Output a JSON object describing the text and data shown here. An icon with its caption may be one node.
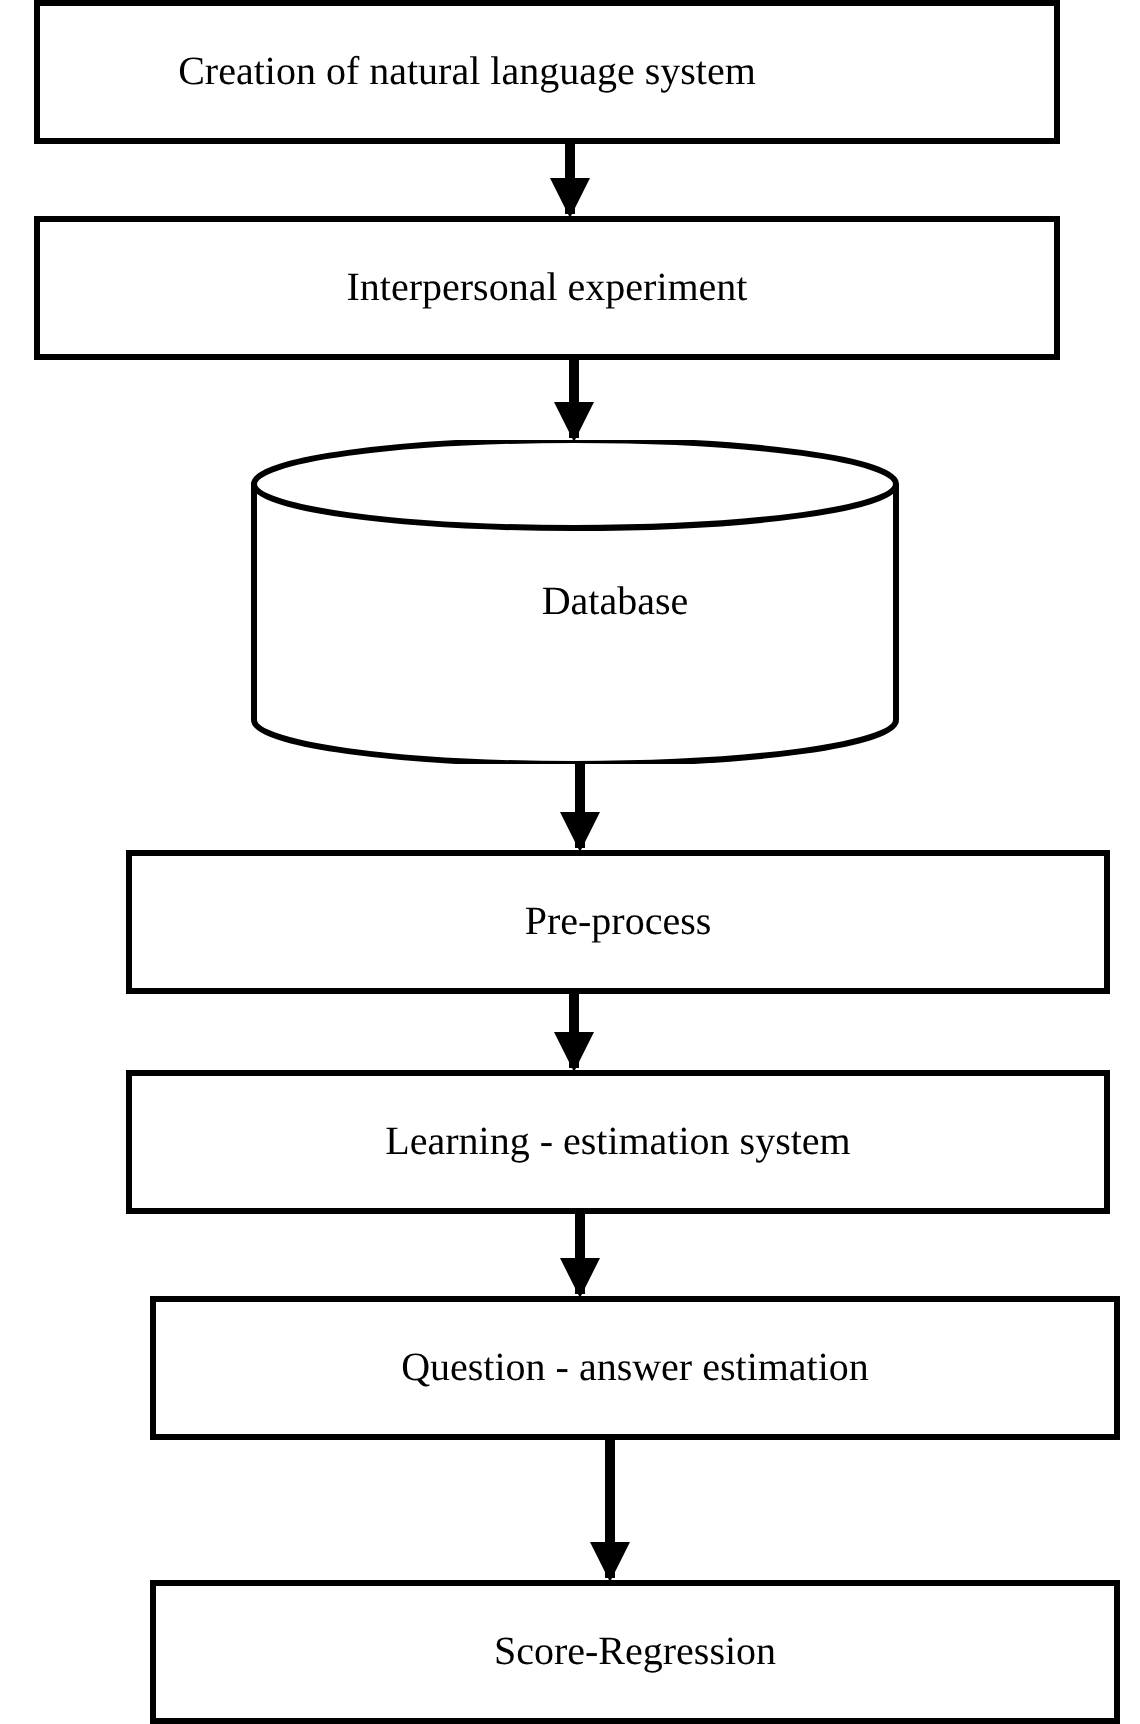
{
  "diagram": {
    "nodes": [
      {
        "text": [
          "Creation of natural language system"
        ]
      },
      {
        "text": [
          "Interpersonal experiment"
        ]
      },
      {
        "text": [
          "Database"
        ]
      },
      {
        "text": [
          "Pre-process"
        ]
      },
      {
        "text": [
          "Learning - estimation system"
        ]
      },
      {
        "text": [
          "Question - answer estimation"
        ]
      },
      {
        "text": [
          "Score-Regression"
        ]
      }
    ],
    "edges": [
      {
        "from": 0,
        "to": 1,
        "arrow": "to"
      },
      {
        "from": 1,
        "to": 2,
        "arrow": "to"
      },
      {
        "from": 2,
        "to": 3,
        "arrow": "to"
      },
      {
        "from": 3,
        "to": 4,
        "arrow": "to"
      },
      {
        "from": 4,
        "to": 5,
        "arrow": "to"
      },
      {
        "from": 5,
        "to": 6,
        "arrow": "to"
      }
    ]
  }
}
